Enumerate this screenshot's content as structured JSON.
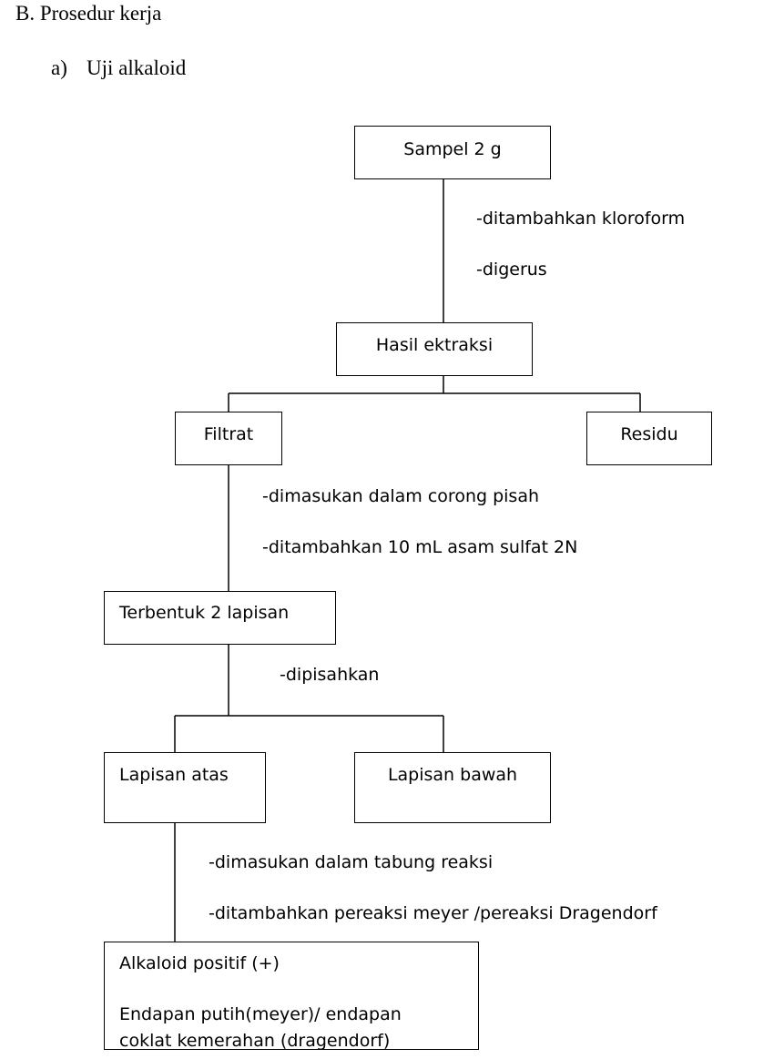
{
  "section_heading": "B. Prosedur kerja",
  "subsection": {
    "marker": "a)",
    "title": "Uji alkaloid"
  },
  "flowchart": {
    "nodes": {
      "sampel": "Sampel 2 g",
      "hasil_ekstraksi": "Hasil ektraksi",
      "filtrat": "Filtrat",
      "residu": "Residu",
      "terbentuk": "Terbentuk 2 lapisan",
      "lapisan_atas": "Lapisan atas",
      "lapisan_bawah": "Lapisan bawah",
      "alkaloid": {
        "line1": "Alkaloid positif (+)",
        "line2": "Endapan putih(meyer)/ endapan",
        "line3": "coklat kemerahan (dragendorf)"
      }
    },
    "steps": {
      "sampel_to_hasil": [
        "-ditambahkan kloroform",
        "-digerus"
      ],
      "filtrat_to_terbentuk": [
        "-dimasukan dalam corong pisah",
        "-ditambahkan 10 mL asam sulfat 2N"
      ],
      "terbentuk_to_lapisan": [
        "-dipisahkan"
      ],
      "atas_to_alkaloid": [
        "-dimasukan dalam tabung reaksi",
        "-ditambahkan pereaksi meyer /pereaksi Dragendorf"
      ]
    }
  }
}
